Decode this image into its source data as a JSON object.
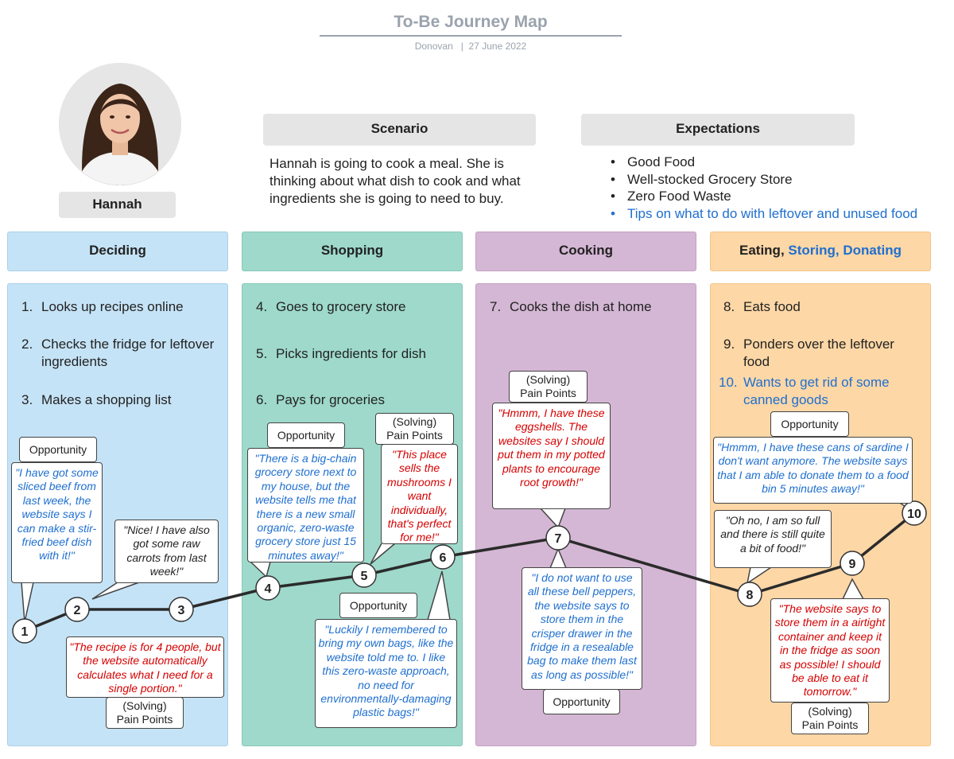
{
  "header": {
    "title": "To-Be Journey Map",
    "subtitle": "Donovan   |  27 June 2022"
  },
  "persona": {
    "name": "Hannah",
    "icon": "persona-photo-icon"
  },
  "scenario": {
    "heading": "Scenario",
    "text": "Hannah is going to cook a meal. She is thinking about what dish to cook and what ingredients she is going to need to buy."
  },
  "expectations": {
    "heading": "Expectations",
    "items": [
      "Good Food",
      "Well-stocked Grocery Store",
      "Zero Food Waste",
      "Tips on what to do with leftover and unused food"
    ]
  },
  "stages": {
    "deciding": "Deciding",
    "shopping": "Shopping",
    "cooking": "Cooking",
    "eating": "Eating, ",
    "storing": "Storing, Donating"
  },
  "steps": {
    "s1n": "1.",
    "s1": "Looks up recipes online",
    "s2n": "2.",
    "s2": "Checks the fridge for leftover ingredients",
    "s3n": "3.",
    "s3": "Makes a shopping list",
    "s4n": "4.",
    "s4": "Goes to grocery store",
    "s5n": "5.",
    "s5": "Picks ingredients for dish",
    "s6n": "6.",
    "s6": "Pays for groceries",
    "s7n": "7.",
    "s7": "Cooks the dish at home",
    "s8n": "8.",
    "s8": "Eats food",
    "s9n": "9.",
    "s9": "Ponders over the leftover food",
    "s10n": "10.",
    "s10": "Wants to get rid of some canned goods"
  },
  "labels": {
    "opportunity": "Opportunity",
    "solving": "(Solving)",
    "pain_points": "Pain Points"
  },
  "quotes": {
    "q1": "\"I have got some sliced beef from last week, the website says I can make a stir-fried beef dish with it!\"",
    "q2": "\"Nice! I have also got some raw carrots from last week!\"",
    "q3": "\"The recipe is for 4 people, but the website automatically calculates what I need for a single portion.\"",
    "q4": "\"There is a big-chain grocery store next to my house, but the website tells me that there is a new small organic, zero-waste grocery store just 15 minutes away!\"",
    "q5": "\"This place sells the mushrooms I want individually, that's perfect for me!\"",
    "q6": "\"Luckily I remembered to bring my own bags, like the website told me to. I like this zero-waste approach, no need for environmentally-damaging plastic bags!\"",
    "q7a": "\"Hmmm, I have these eggshells. The websites say I should put them in my potted plants to encourage root growth!\"",
    "q7b": "\"I do not want to use all these bell peppers, the website says to store them in the crisper drawer in the fridge in a resealable bag to make them last as long as possible!\"",
    "q8": "\"Oh no, I am so full and there is still quite a bit of food!\"",
    "q9": "\"The website says to store them in a airtight container and keep it in the fridge as soon as possible! I should be able to eat it tomorrow.\"",
    "q10": "\"Hmmm, I have these cans of sardine I don't want anymore. The website says that I am able to donate them to a food bin 5 minutes away!\""
  },
  "journey_points": [
    "1",
    "2",
    "3",
    "4",
    "5",
    "6",
    "7",
    "8",
    "9",
    "10"
  ],
  "colors": {
    "deciding": "#c5e3f6",
    "shopping": "#9ed9cb",
    "cooking": "#d4b7d4",
    "eating": "#fdd7a6",
    "highlight_blue": "#1f6fcf",
    "pain_red": "#d50000",
    "title_grey": "#9aa3ad"
  }
}
